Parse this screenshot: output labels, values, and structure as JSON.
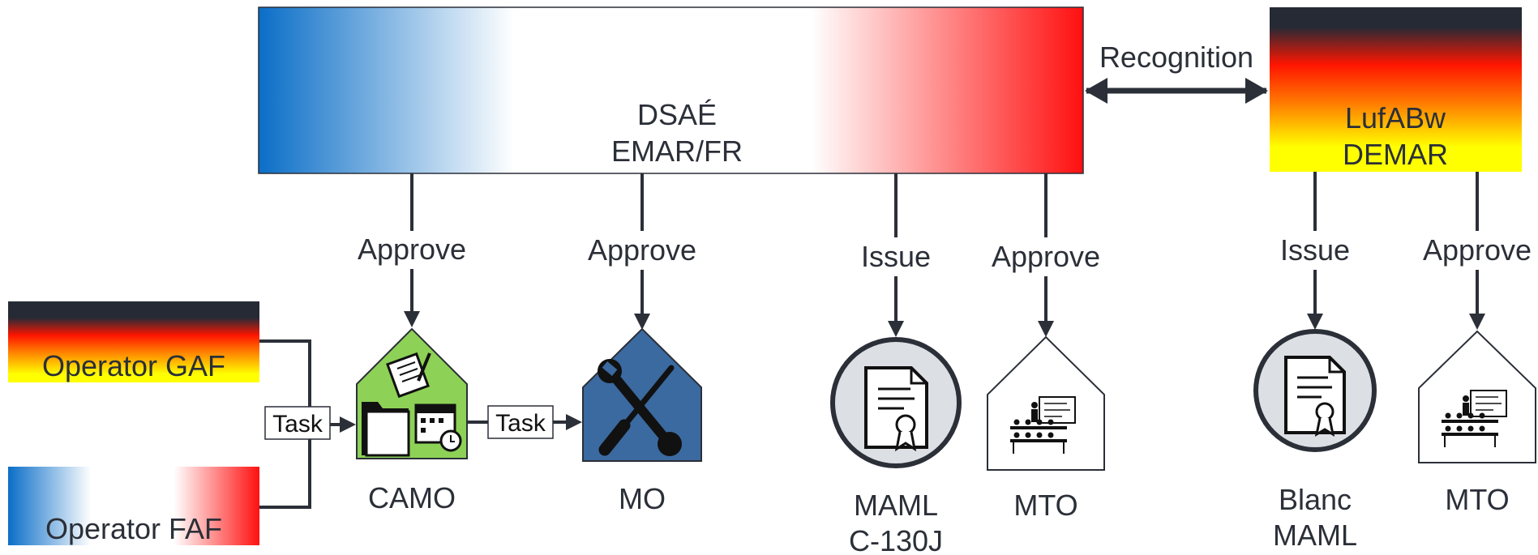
{
  "authorities": {
    "fr": {
      "line1": "DSAÉ",
      "line2": "EMAR/FR"
    },
    "de": {
      "line1": "LufABw",
      "line2": "DEMAR"
    },
    "recognition": "Recognition"
  },
  "operators": {
    "gaf": "Operator GAF",
    "faf": "Operator FAF"
  },
  "edges": {
    "task_gaf": "Task",
    "task_camo": "Task",
    "approve_camo": "Approve",
    "approve_mo": "Approve",
    "issue_maml": "Issue",
    "approve_mto_fr": "Approve",
    "issue_blanc": "Issue",
    "approve_mto_de": "Approve"
  },
  "organisations": {
    "camo": "CAMO",
    "mo": "MO",
    "maml_line1": "MAML",
    "maml_line2": "C-130J",
    "mto_fr": "MTO",
    "blanc_line1": "Blanc",
    "blanc_line2": "MAML",
    "mto_de": "MTO"
  },
  "colors": {
    "france_blue": "#0a6ec7",
    "france_red": "#ff1010",
    "germany_black": "#252a35",
    "germany_red": "#ff1500",
    "germany_gold": "#ffff00",
    "camo_green": "#8dd156",
    "mo_blue": "#3a6aa0",
    "line": "#2b2f38"
  },
  "icons": {
    "camo": "notepad-folder-calendar-icon",
    "mo": "wrench-screwdriver-icon",
    "maml": "certificate-icon",
    "mto": "classroom-icon",
    "recognition": "double-arrow-icon"
  }
}
